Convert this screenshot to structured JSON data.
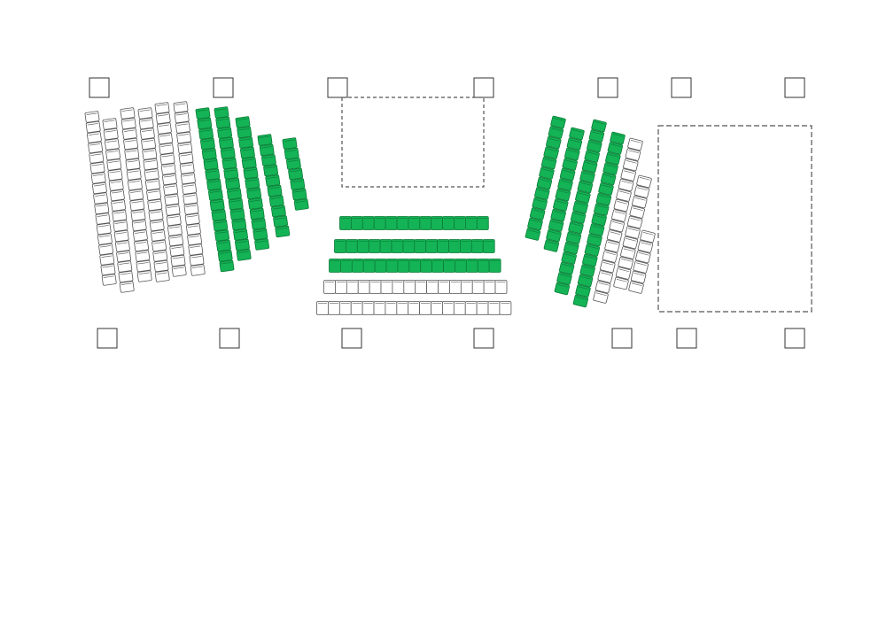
{
  "colors": {
    "background": "#ffffff",
    "seat_free_fill": "#ffffff",
    "seat_free_stroke": "#555555",
    "seat_taken_fill": "#14b356",
    "seat_taken_stroke": "#0a7a36",
    "marker_stroke": "#333333",
    "area_stroke": "#555555"
  },
  "columns": {
    "left_top_markers": 4,
    "left_bottom_markers": 4,
    "right_top_markers": 3,
    "right_bottom_markers": 3
  },
  "sections": {
    "left_block": {
      "rows": [
        {
          "seats": 17,
          "status": "free"
        },
        {
          "seats": 17,
          "status": "free"
        },
        {
          "seats": 17,
          "status": "free"
        },
        {
          "seats": 17,
          "status": "free"
        },
        {
          "seats": 17,
          "status": "free"
        },
        {
          "seats": 17,
          "status": "free"
        },
        {
          "seats": 16,
          "status": "taken"
        },
        {
          "seats": 15,
          "status": "taken"
        },
        {
          "seats": 13,
          "status": "taken"
        },
        {
          "seats": 10,
          "status": "taken"
        },
        {
          "seats": 7,
          "status": "taken"
        }
      ]
    },
    "center_block": {
      "rows": [
        {
          "seats": 13,
          "status": "taken"
        },
        {
          "seats": 14,
          "status": "taken"
        },
        {
          "seats": 15,
          "status": "taken"
        },
        {
          "seats": 16,
          "status": "free"
        },
        {
          "seats": 17,
          "status": "free"
        }
      ]
    },
    "right_block": {
      "rows": [
        {
          "seats": 12,
          "status": "taken"
        },
        {
          "seats": 12,
          "status": "taken"
        },
        {
          "seats": 17,
          "status": "taken"
        },
        {
          "seats": 17,
          "status": "taken"
        },
        {
          "seats": 16,
          "status": "free"
        },
        {
          "seats": 11,
          "status": "free"
        },
        {
          "seats": 6,
          "status": "free"
        }
      ]
    }
  },
  "areas": {
    "stage_area": {
      "style": "dashed"
    },
    "side_area": {
      "style": "dashed"
    }
  }
}
